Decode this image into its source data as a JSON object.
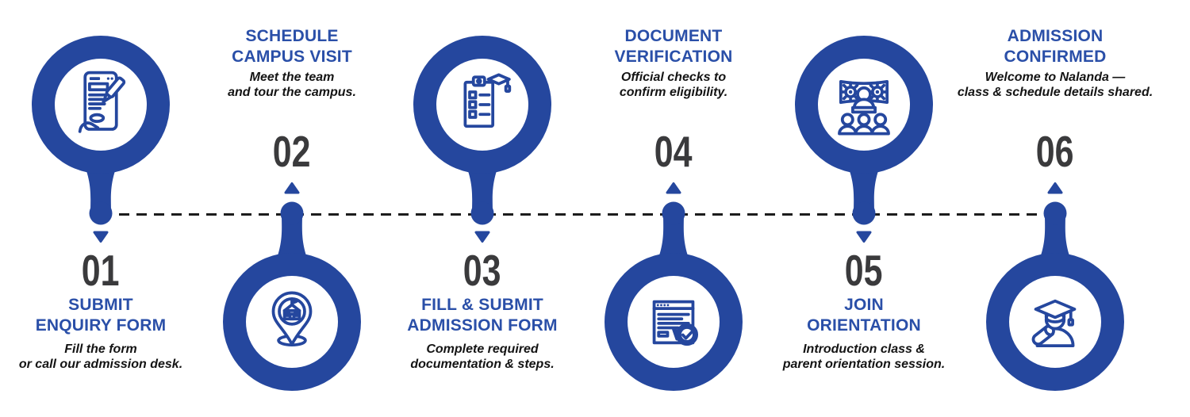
{
  "palette": {
    "marker_blue": "#25479e",
    "heading_blue": "#2a4fa8",
    "number_gray": "#3a3a3c",
    "text_dark": "#141414",
    "line_black": "#1c1c1c",
    "background": "#ffffff"
  },
  "timeline": {
    "steps": [
      {
        "number": "01",
        "title_lines": [
          "SUBMIT",
          "ENQUIRY FORM"
        ],
        "subtitle_lines": [
          "Fill the form",
          "or call our admission desk."
        ],
        "icon": "enquiry-form-icon",
        "marker_position": "above-line"
      },
      {
        "number": "02",
        "title_lines": [
          "SCHEDULE",
          "CAMPUS VISIT"
        ],
        "subtitle_lines": [
          "Meet the team",
          "and tour the campus."
        ],
        "icon": "campus-location-pin-icon",
        "marker_position": "below-line"
      },
      {
        "number": "03",
        "title_lines": [
          "FILL & SUBMIT",
          "ADMISSION FORM"
        ],
        "subtitle_lines": [
          "Complete required",
          "documentation & steps."
        ],
        "icon": "admission-checklist-icon",
        "marker_position": "above-line"
      },
      {
        "number": "04",
        "title_lines": [
          "DOCUMENT",
          "VERIFICATION"
        ],
        "subtitle_lines": [
          "Official checks to",
          "confirm eligibility."
        ],
        "icon": "document-verification-icon",
        "marker_position": "below-line"
      },
      {
        "number": "05",
        "title_lines": [
          "JOIN",
          "ORIENTATION"
        ],
        "subtitle_lines": [
          "Introduction class &",
          "parent orientation session."
        ],
        "icon": "orientation-presentation-icon",
        "marker_position": "above-line"
      },
      {
        "number": "06",
        "title_lines": [
          "ADMISSION",
          "CONFIRMED"
        ],
        "subtitle_lines": [
          "Welcome to Nalanda —",
          "class & schedule details shared."
        ],
        "icon": "graduate-icon",
        "marker_position": "below-line"
      }
    ]
  }
}
